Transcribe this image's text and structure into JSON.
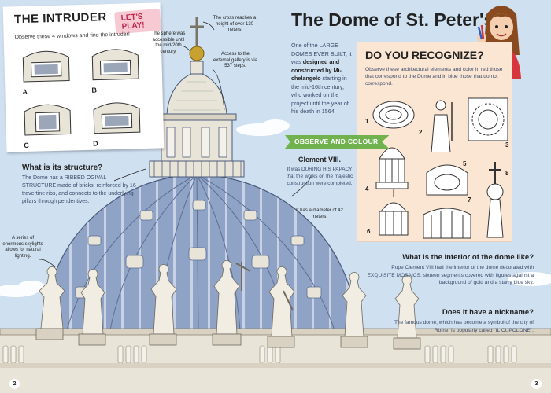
{
  "intruder": {
    "title": "THE INTRUDER",
    "badge": "LET'S PLAY!",
    "subtitle": "Observe these 4 windows and find the intruder!",
    "labels": [
      "A",
      "B",
      "C",
      "D"
    ]
  },
  "notes": {
    "sphere": "The sphere was accessible until the mid-20th century.",
    "cross": "The cross reaches a height of over 130 meters.",
    "gallery": "Access to the external gallery is via 537 steps.",
    "skylights": "A series of enormous skylights allows for natural lighting.",
    "diameter": "It has a diameter of 42 meters."
  },
  "structure": {
    "heading": "What is its structure?",
    "body": "The Dome has a RIBBED OGIVAL STRUCTURE made of bricks, reinforced by 16 travertine ribs, and connects to the underlying pillars through pendentives."
  },
  "page": {
    "title": "The Dome of St. Peter's",
    "intro": {
      "part1": "One of the LARGE DOMES EVER BUILT, it was ",
      "part2": "designed and constructed by Mi-chelangelo",
      "part3": " starting in the mid-16th century, who worked on the project until the year of his death in 1564"
    }
  },
  "recognize": {
    "title": "DO YOU RECOGNIZE?",
    "description": "Observe these architectural elements and color in red those that correspond to the Dome and in blue those that do not correspond.",
    "numbers": [
      "1",
      "2",
      "3",
      "4",
      "5",
      "6",
      "7",
      "8"
    ]
  },
  "observe": {
    "label": "OBSERVE AND COLOUR"
  },
  "clement": {
    "heading": "Clement VIII.",
    "body": "It was DURING HIS PAPACY that the works on the majestic construction were completed."
  },
  "interior": {
    "heading": "What is the interior of the dome like?",
    "body": "Pope Clement VIII had the interior of the dome decorated with EXQUISITE MOSAICS: sixteen segments covered with figures against a background of gold and a starry blue sky."
  },
  "nickname": {
    "heading": "Does it have a nickname?",
    "body": "The famous dome, which has become a symbol of the city of Rome, is popularly called \"IL CUPOLONE\"."
  },
  "pages": {
    "left": "2",
    "right": "3"
  },
  "colors": {
    "sky": "#cfe0f0",
    "dome": "#8fa3c6",
    "stone": "#e9e4d8",
    "green": "#6fb24e",
    "peach": "#fbe6d4",
    "pink": "#f7c9d3"
  }
}
